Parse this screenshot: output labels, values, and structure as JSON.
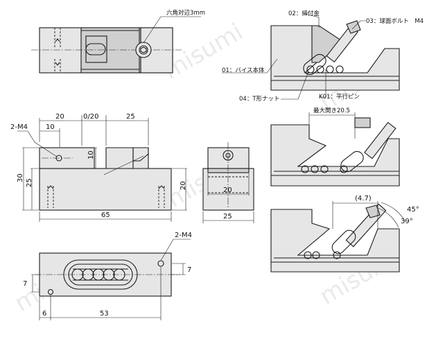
{
  "watermark": "misumi",
  "parts": {
    "p02": "02：締付金",
    "p03": "03：球面ボルト　M4",
    "p01": "01：バイス本体",
    "p04": "04：T形ナット",
    "k01": "K01：平行ピン"
  },
  "labels": {
    "hex": "六角対辺3mm",
    "max_open": "最大開き20.5",
    "m4_side": "2-M4",
    "m4_bottom": "2-M4"
  },
  "dims": {
    "d20": "20",
    "d0_20": "0/20",
    "d25": "25",
    "d10": "10",
    "d10v": "10",
    "d30": "30",
    "d25v": "25",
    "d20v": "20",
    "d65": "65",
    "end_20": "20",
    "end_25": "25",
    "b7a": "7",
    "b7b": "7",
    "b6": "6",
    "b53": "53",
    "p47": "(4.7)",
    "a45": "45°",
    "a39": "39°"
  }
}
